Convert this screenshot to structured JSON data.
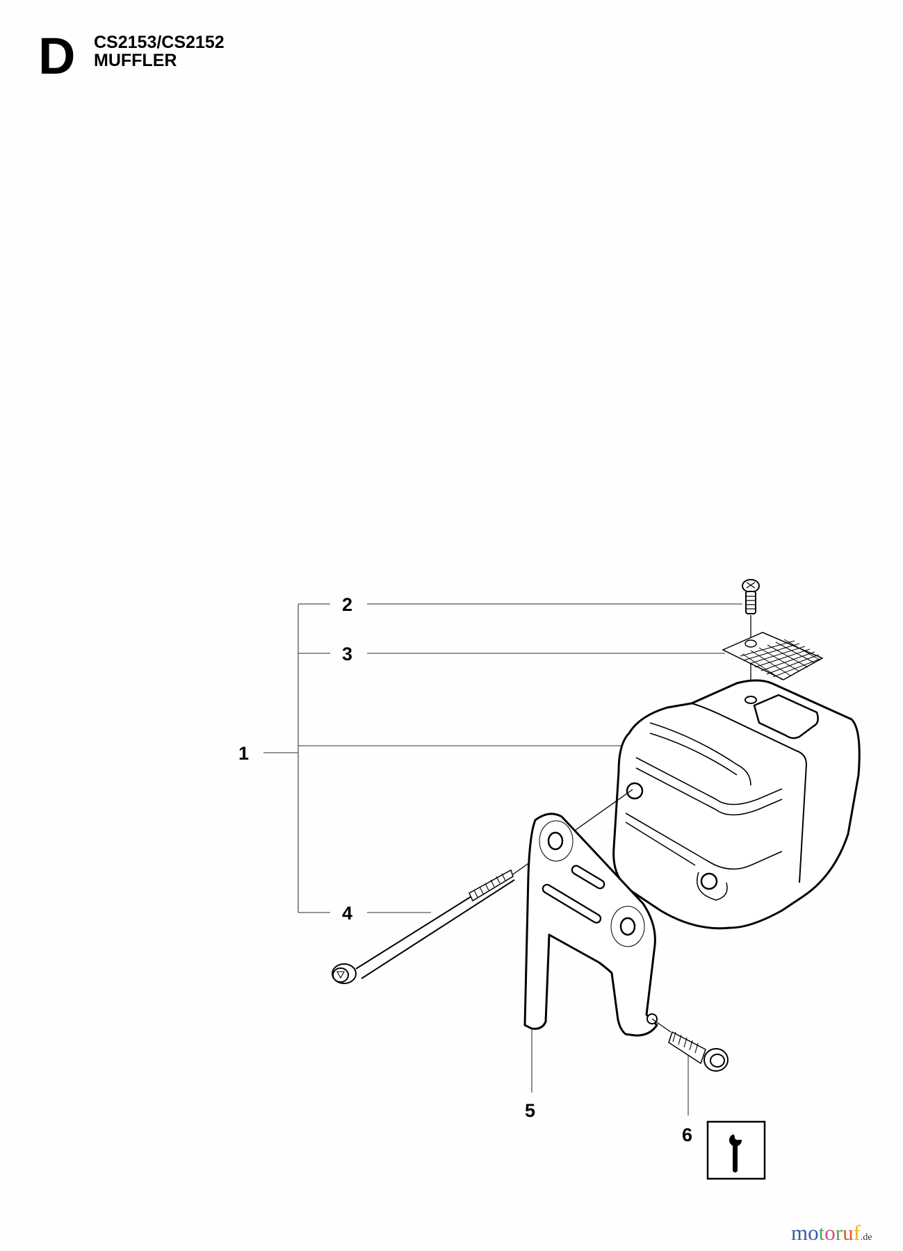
{
  "header": {
    "section_letter": "D",
    "model": "CS2153/CS2152",
    "title": "MUFFLER"
  },
  "diagram": {
    "callouts": [
      {
        "number": "1",
        "part": "muffler-assembly"
      },
      {
        "number": "2",
        "part": "screw"
      },
      {
        "number": "3",
        "part": "spark-arrestor-screen"
      },
      {
        "number": "4",
        "part": "long-bolt"
      },
      {
        "number": "5",
        "part": "muffler-bracket"
      },
      {
        "number": "6",
        "part": "bracket-screw"
      }
    ],
    "tool_icon": "wrench-icon"
  },
  "watermark": {
    "letters": [
      "m",
      "o",
      "t",
      "o",
      "r",
      "u",
      "f"
    ],
    "colors": [
      "#3b5aa6",
      "#3b5aa6",
      "#4caa4a",
      "#d6498c",
      "#4caa4a",
      "#e2582c",
      "#f2b01e"
    ],
    "tld": ".de"
  }
}
